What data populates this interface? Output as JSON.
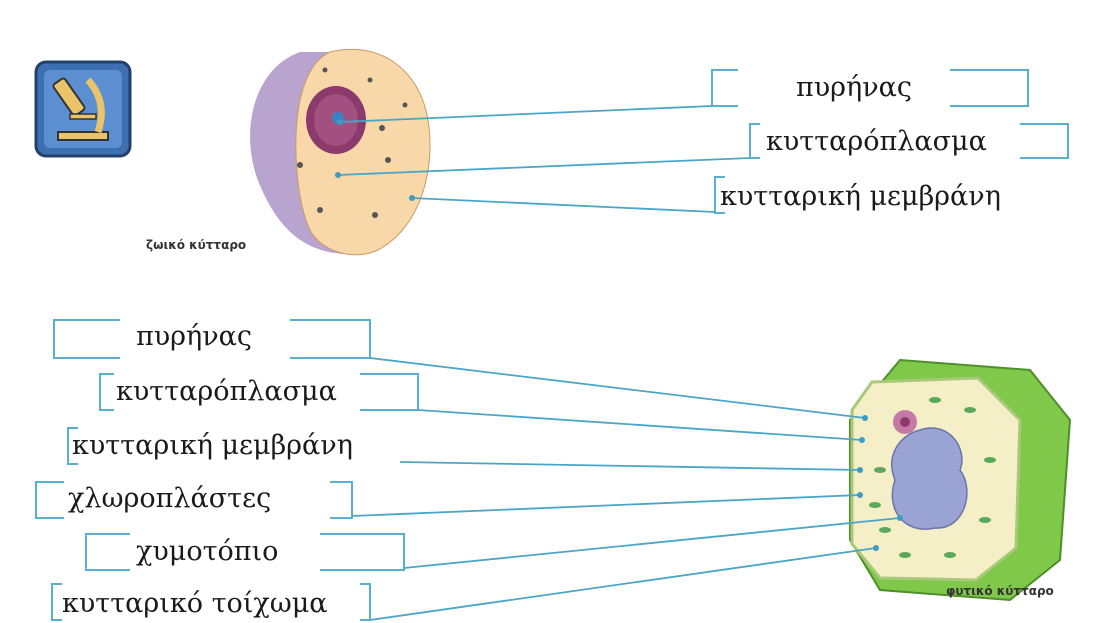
{
  "animal_cell": {
    "caption": "ζωικό κύτταρο",
    "labels": [
      "πυρήνας",
      "κυτταρόπλασμα",
      "κυτταρική μεμβράνη"
    ]
  },
  "plant_cell": {
    "caption": "φυτικό κύτταρο",
    "labels": [
      "πυρήνας",
      "κυτταρόπλασμα",
      "κυτταρική μεμβράνη",
      "χλωροπλάστες",
      "χυμοτόπιο",
      "κυτταρικό τοίχωμα"
    ]
  },
  "colors": {
    "leader_line": "#4aa6c8",
    "box_border": "#5ab0d0",
    "icon_bg": "#3e6fb1",
    "cytoplasm_animal": "#f8d7a8",
    "membrane_animal": "#b9a3cf",
    "cell_wall_plant": "#7fc84a",
    "cytoplasm_plant": "#f4efc6",
    "vacuole": "#9aa4d4"
  },
  "icons": [
    "microscope-icon"
  ]
}
